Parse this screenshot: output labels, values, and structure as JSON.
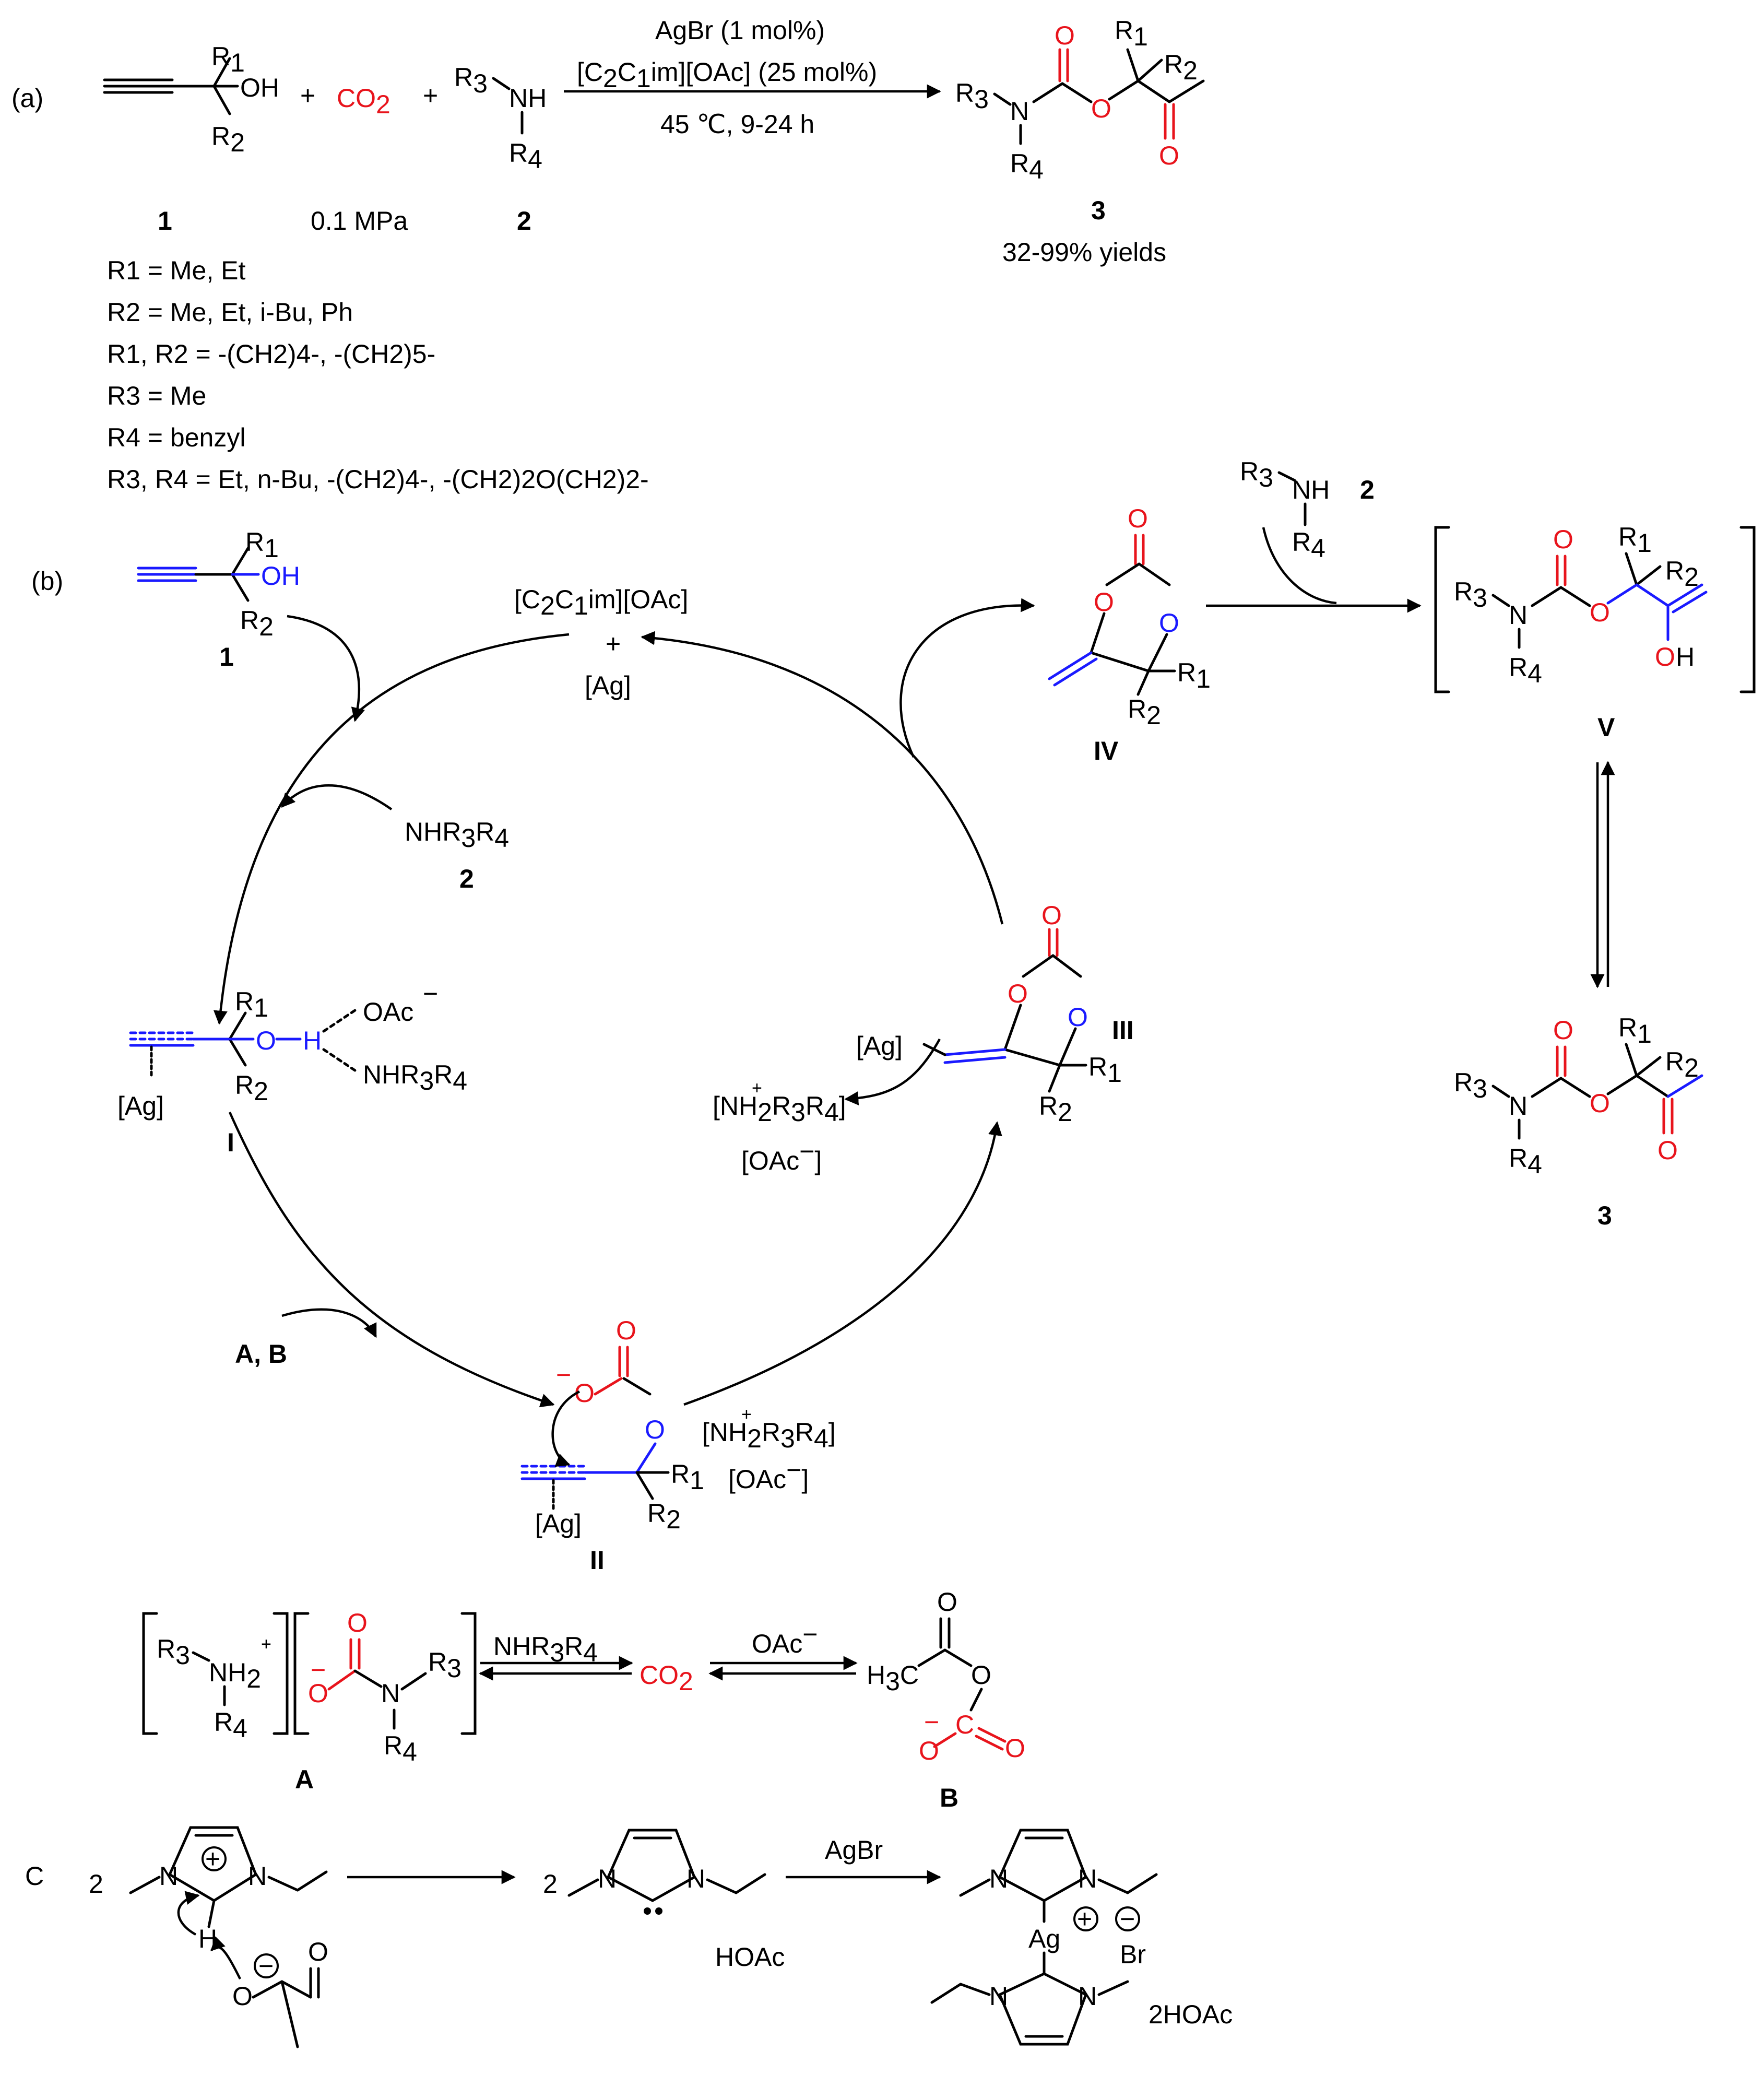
{
  "colors": {
    "carbonyl": "#e8141c",
    "highlight": "#1a1aff",
    "ink": "#000000"
  },
  "labels": {
    "a": "(a)",
    "b": "(b)",
    "c": "C",
    "co2": "CO",
    "co2_sub": "2",
    "pressure": "0.1 MPa",
    "plus": "+",
    "cmpd1": "1",
    "cmpd2": "2",
    "cmpd3": "3",
    "yields": "32-99% yields",
    "cond1": "AgBr (1 mol%)",
    "cond2_a": "[C",
    "cond2_b": "2",
    "cond2_c": "C",
    "cond2_d": "1",
    "cond2_e": "im][OAc] (25 mol%)",
    "cond3": "45 ℃, 9-24 h",
    "r1": "R",
    "r1_sub": "1",
    "r2_sub": "2",
    "r3_sub": "3",
    "r4_sub": "4",
    "oh": "OH",
    "o": "O",
    "nh": "NH",
    "n": "N",
    "h": "H",
    "ag": "[Ag]",
    "catalyst_a": "[C",
    "catalyst_b": "im][OAc]",
    "nhr3r4": "NHR",
    "oac": "OAc",
    "ammonium_a": "[NH",
    "ammonium_b": "R",
    "oac_bracket": "[OAc",
    "roman1": "I",
    "roman2": "II",
    "roman3": "III",
    "roman4": "IV",
    "roman5": "V",
    "ab": "A, B",
    "A": "A",
    "B": "B",
    "h3c": "H",
    "minus": "−",
    "plus_charge": "+",
    "two": "2",
    "agbr": "AgBr",
    "hoac": "HOAc",
    "two_hoac": "2HOAc",
    "br": "Br",
    "ag_plain": "Ag"
  },
  "scope": [
    {
      "id": "r1",
      "text": "R1 = Me, Et"
    },
    {
      "id": "r2",
      "text": "R2 = Me, Et, i-Bu, Ph"
    },
    {
      "id": "r12",
      "text": "R1, R2 = -(CH2)4-, -(CH2)5-"
    },
    {
      "id": "r3",
      "text": "R3 = Me"
    },
    {
      "id": "r4",
      "text": "R4 = benzyl"
    },
    {
      "id": "r34",
      "text": "R3, R4 = Et, n-Bu, -(CH2)4-, -(CH2)2O(CH2)2-"
    }
  ]
}
